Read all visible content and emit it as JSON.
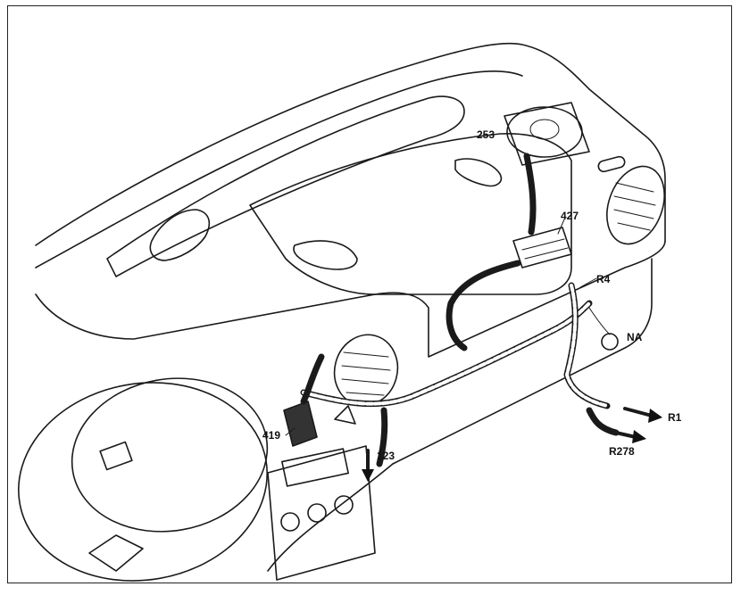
{
  "labels": {
    "l253": "253",
    "l427": "427",
    "lR4": "R4",
    "lNA": "NA",
    "lR1": "R1",
    "lR278": "R278",
    "l419": "419",
    "l123": "123"
  }
}
